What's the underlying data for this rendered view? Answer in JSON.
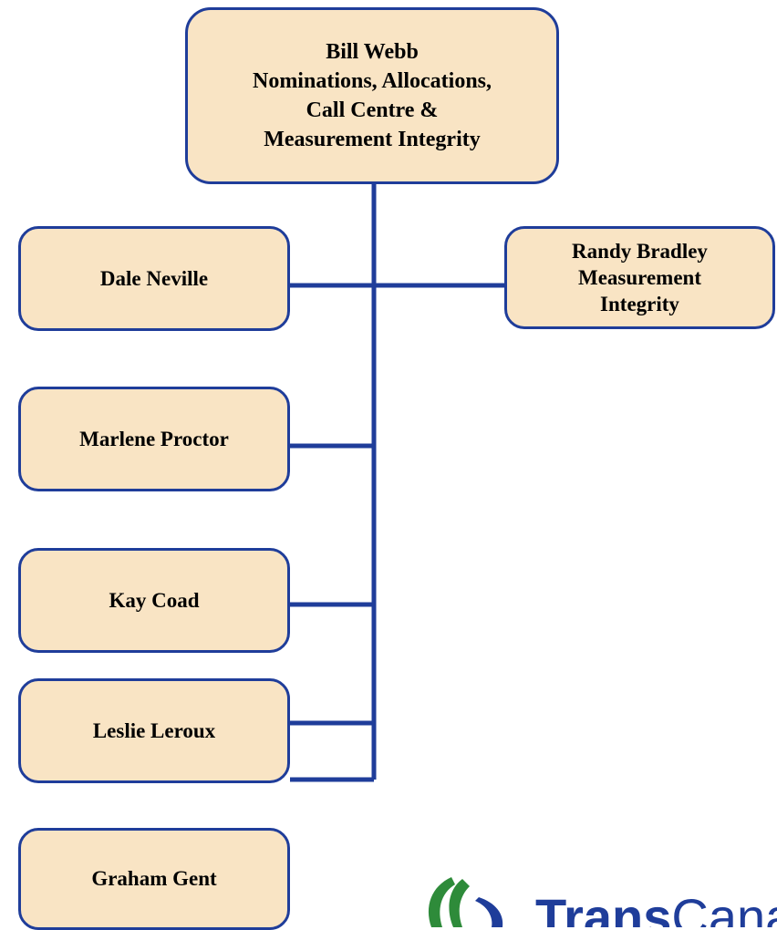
{
  "root": {
    "lines": [
      "Bill Webb",
      "Nominations, Allocations,",
      "Call Centre &",
      "Measurement Integrity"
    ]
  },
  "side": {
    "lines": [
      "Randy Bradley",
      "Measurement",
      "Integrity"
    ]
  },
  "reports": [
    {
      "name": "Dale Neville"
    },
    {
      "name": "Marlene Proctor"
    },
    {
      "name": "Kay Coad"
    },
    {
      "name": "Leslie Leroux"
    },
    {
      "name": "Graham Gent"
    }
  ],
  "logo": {
    "bold": "Trans",
    "light": "Canada"
  },
  "colors": {
    "border": "#1f3d9a",
    "fill": "#f9e4c4",
    "connector": "#1f3d9a",
    "logo_green": "#2e8b3a"
  }
}
